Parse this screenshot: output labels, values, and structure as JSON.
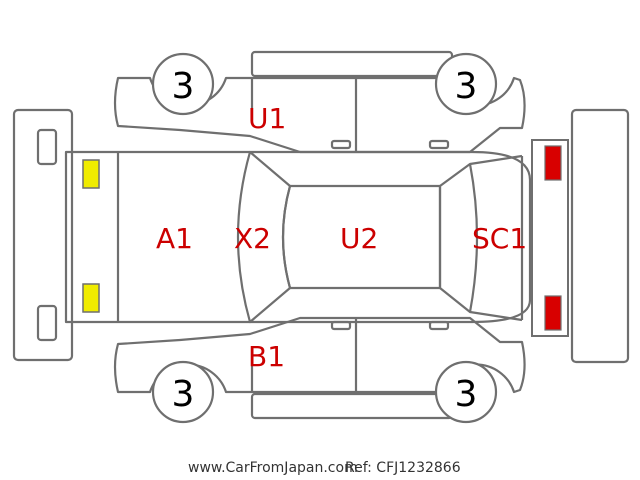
{
  "colors": {
    "outline": "#6f6f6f",
    "marks": "#cc0000",
    "yellow_light": "#f0ec00",
    "red_light": "#d80000",
    "footer_text": "#333333"
  },
  "wheels": {
    "front_left": "3",
    "rear_left": "3",
    "front_right": "3",
    "rear_right": "3"
  },
  "damage_labels": {
    "roof_top_panel": "U1",
    "hood": "A1",
    "windshield": "X2",
    "roof": "U2",
    "tailgate": "SC1",
    "bottom_panel": "B1"
  },
  "footer": {
    "site": "www.CarFromJapan.com",
    "ref": "Ref: CFJ1232866"
  },
  "icons": {
    "front_lights": "yellow-headlight-icon",
    "rear_lights": "red-taillight-icon"
  }
}
